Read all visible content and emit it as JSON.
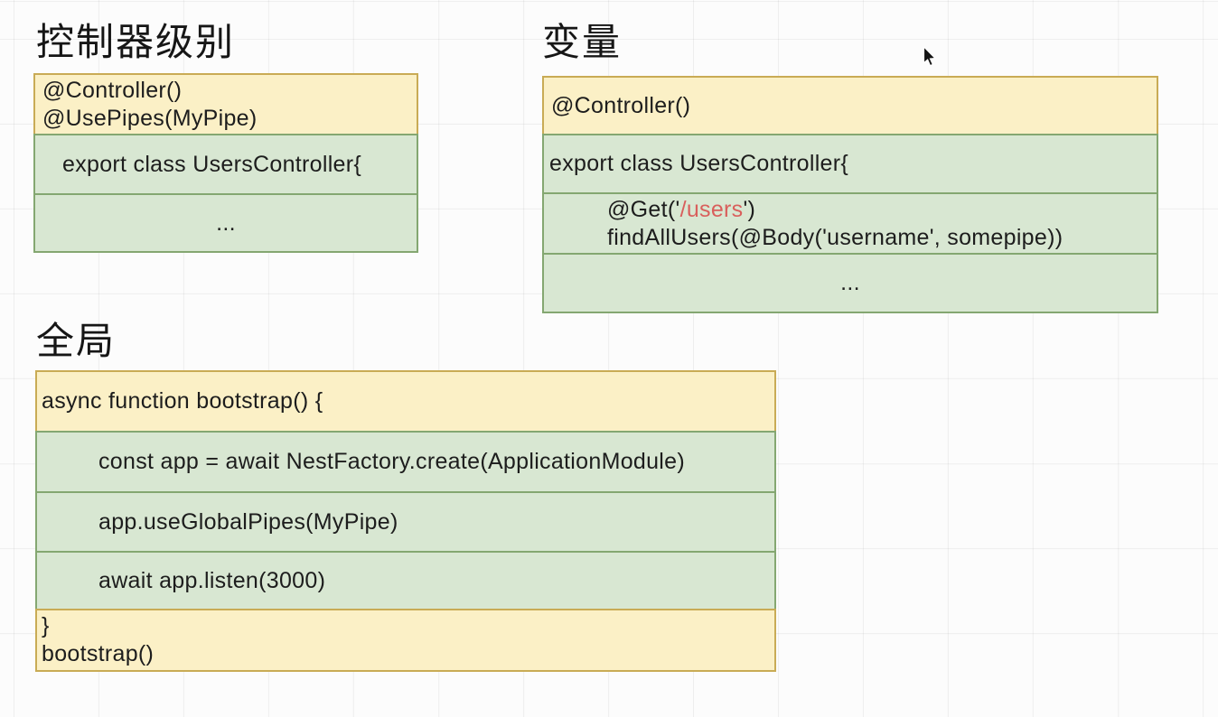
{
  "palette": {
    "background": "#fcfcfc",
    "grid_line": "#ececec",
    "yellow_fill": "#fbf0c6",
    "yellow_border": "#c9ab55",
    "green_fill": "#d8e7d2",
    "green_border": "#84a771",
    "text": "#1d1d1d",
    "red": "#d95f5c",
    "title_text": "#161616"
  },
  "groups": [
    {
      "id": "controller-level",
      "title": "控制器级别",
      "rows": [
        {
          "fill": "yellow",
          "align": "left",
          "indent": 8,
          "lines": [
            [
              {
                "t": "@Controller()"
              }
            ],
            [
              {
                "t": "@UsePipes(MyPipe)"
              }
            ]
          ]
        },
        {
          "fill": "green",
          "align": "left",
          "indent": 30,
          "lines": [
            [
              {
                "t": "export class UsersController{"
              }
            ]
          ]
        },
        {
          "fill": "green",
          "align": "center",
          "indent": 0,
          "lines": [
            [
              {
                "t": "..."
              }
            ]
          ]
        }
      ]
    },
    {
      "id": "variable",
      "title": "变量",
      "rows": [
        {
          "fill": "yellow",
          "align": "left",
          "indent": 8,
          "lines": [
            [
              {
                "t": "@Controller()"
              }
            ]
          ]
        },
        {
          "fill": "green",
          "align": "left",
          "indent": 6,
          "lines": [
            [
              {
                "t": "export class UsersController{"
              }
            ]
          ]
        },
        {
          "fill": "green",
          "align": "left",
          "indent": 70,
          "lines": [
            [
              {
                "t": "@Get('"
              },
              {
                "t": "/users",
                "c": "red"
              },
              {
                "t": "')"
              }
            ],
            [
              {
                "t": "findAllUsers(@Body('username', somepipe))"
              }
            ]
          ]
        },
        {
          "fill": "green",
          "align": "center",
          "indent": 0,
          "lines": [
            [
              {
                "t": "..."
              }
            ]
          ]
        }
      ]
    },
    {
      "id": "global",
      "title": "全局",
      "rows": [
        {
          "fill": "yellow",
          "align": "left",
          "indent": 5,
          "lines": [
            [
              {
                "t": "async function bootstrap() {"
              }
            ]
          ]
        },
        {
          "fill": "green",
          "align": "left",
          "indent": 68,
          "lines": [
            [
              {
                "t": "const app = await NestFactory.create(ApplicationModule)"
              }
            ]
          ]
        },
        {
          "fill": "green",
          "align": "left",
          "indent": 68,
          "lines": [
            [
              {
                "t": "app.useGlobalPipes(MyPipe)"
              }
            ]
          ]
        },
        {
          "fill": "green",
          "align": "left",
          "indent": 68,
          "lines": [
            [
              {
                "t": "await app.listen(3000)"
              }
            ]
          ]
        },
        {
          "fill": "yellow",
          "align": "left",
          "indent": 5,
          "lines": [
            [
              {
                "t": "}"
              }
            ],
            [
              {
                "t": "bootstrap()"
              }
            ]
          ]
        }
      ]
    }
  ]
}
